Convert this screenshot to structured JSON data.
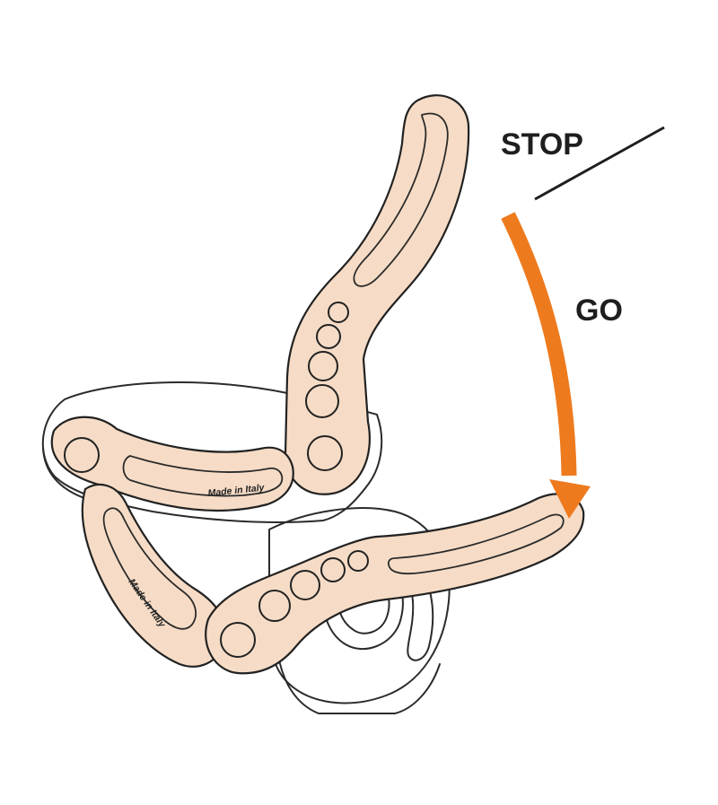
{
  "labels": {
    "stop": "STOP",
    "go": "GO"
  },
  "stamps": {
    "upper_arm": "Made in Italy",
    "lower_arm": "Made in Italy"
  },
  "colors": {
    "lever_fill": "#f6dcc6",
    "outline": "#222222",
    "arrow": "#ee7a1e",
    "background": "#ffffff"
  }
}
